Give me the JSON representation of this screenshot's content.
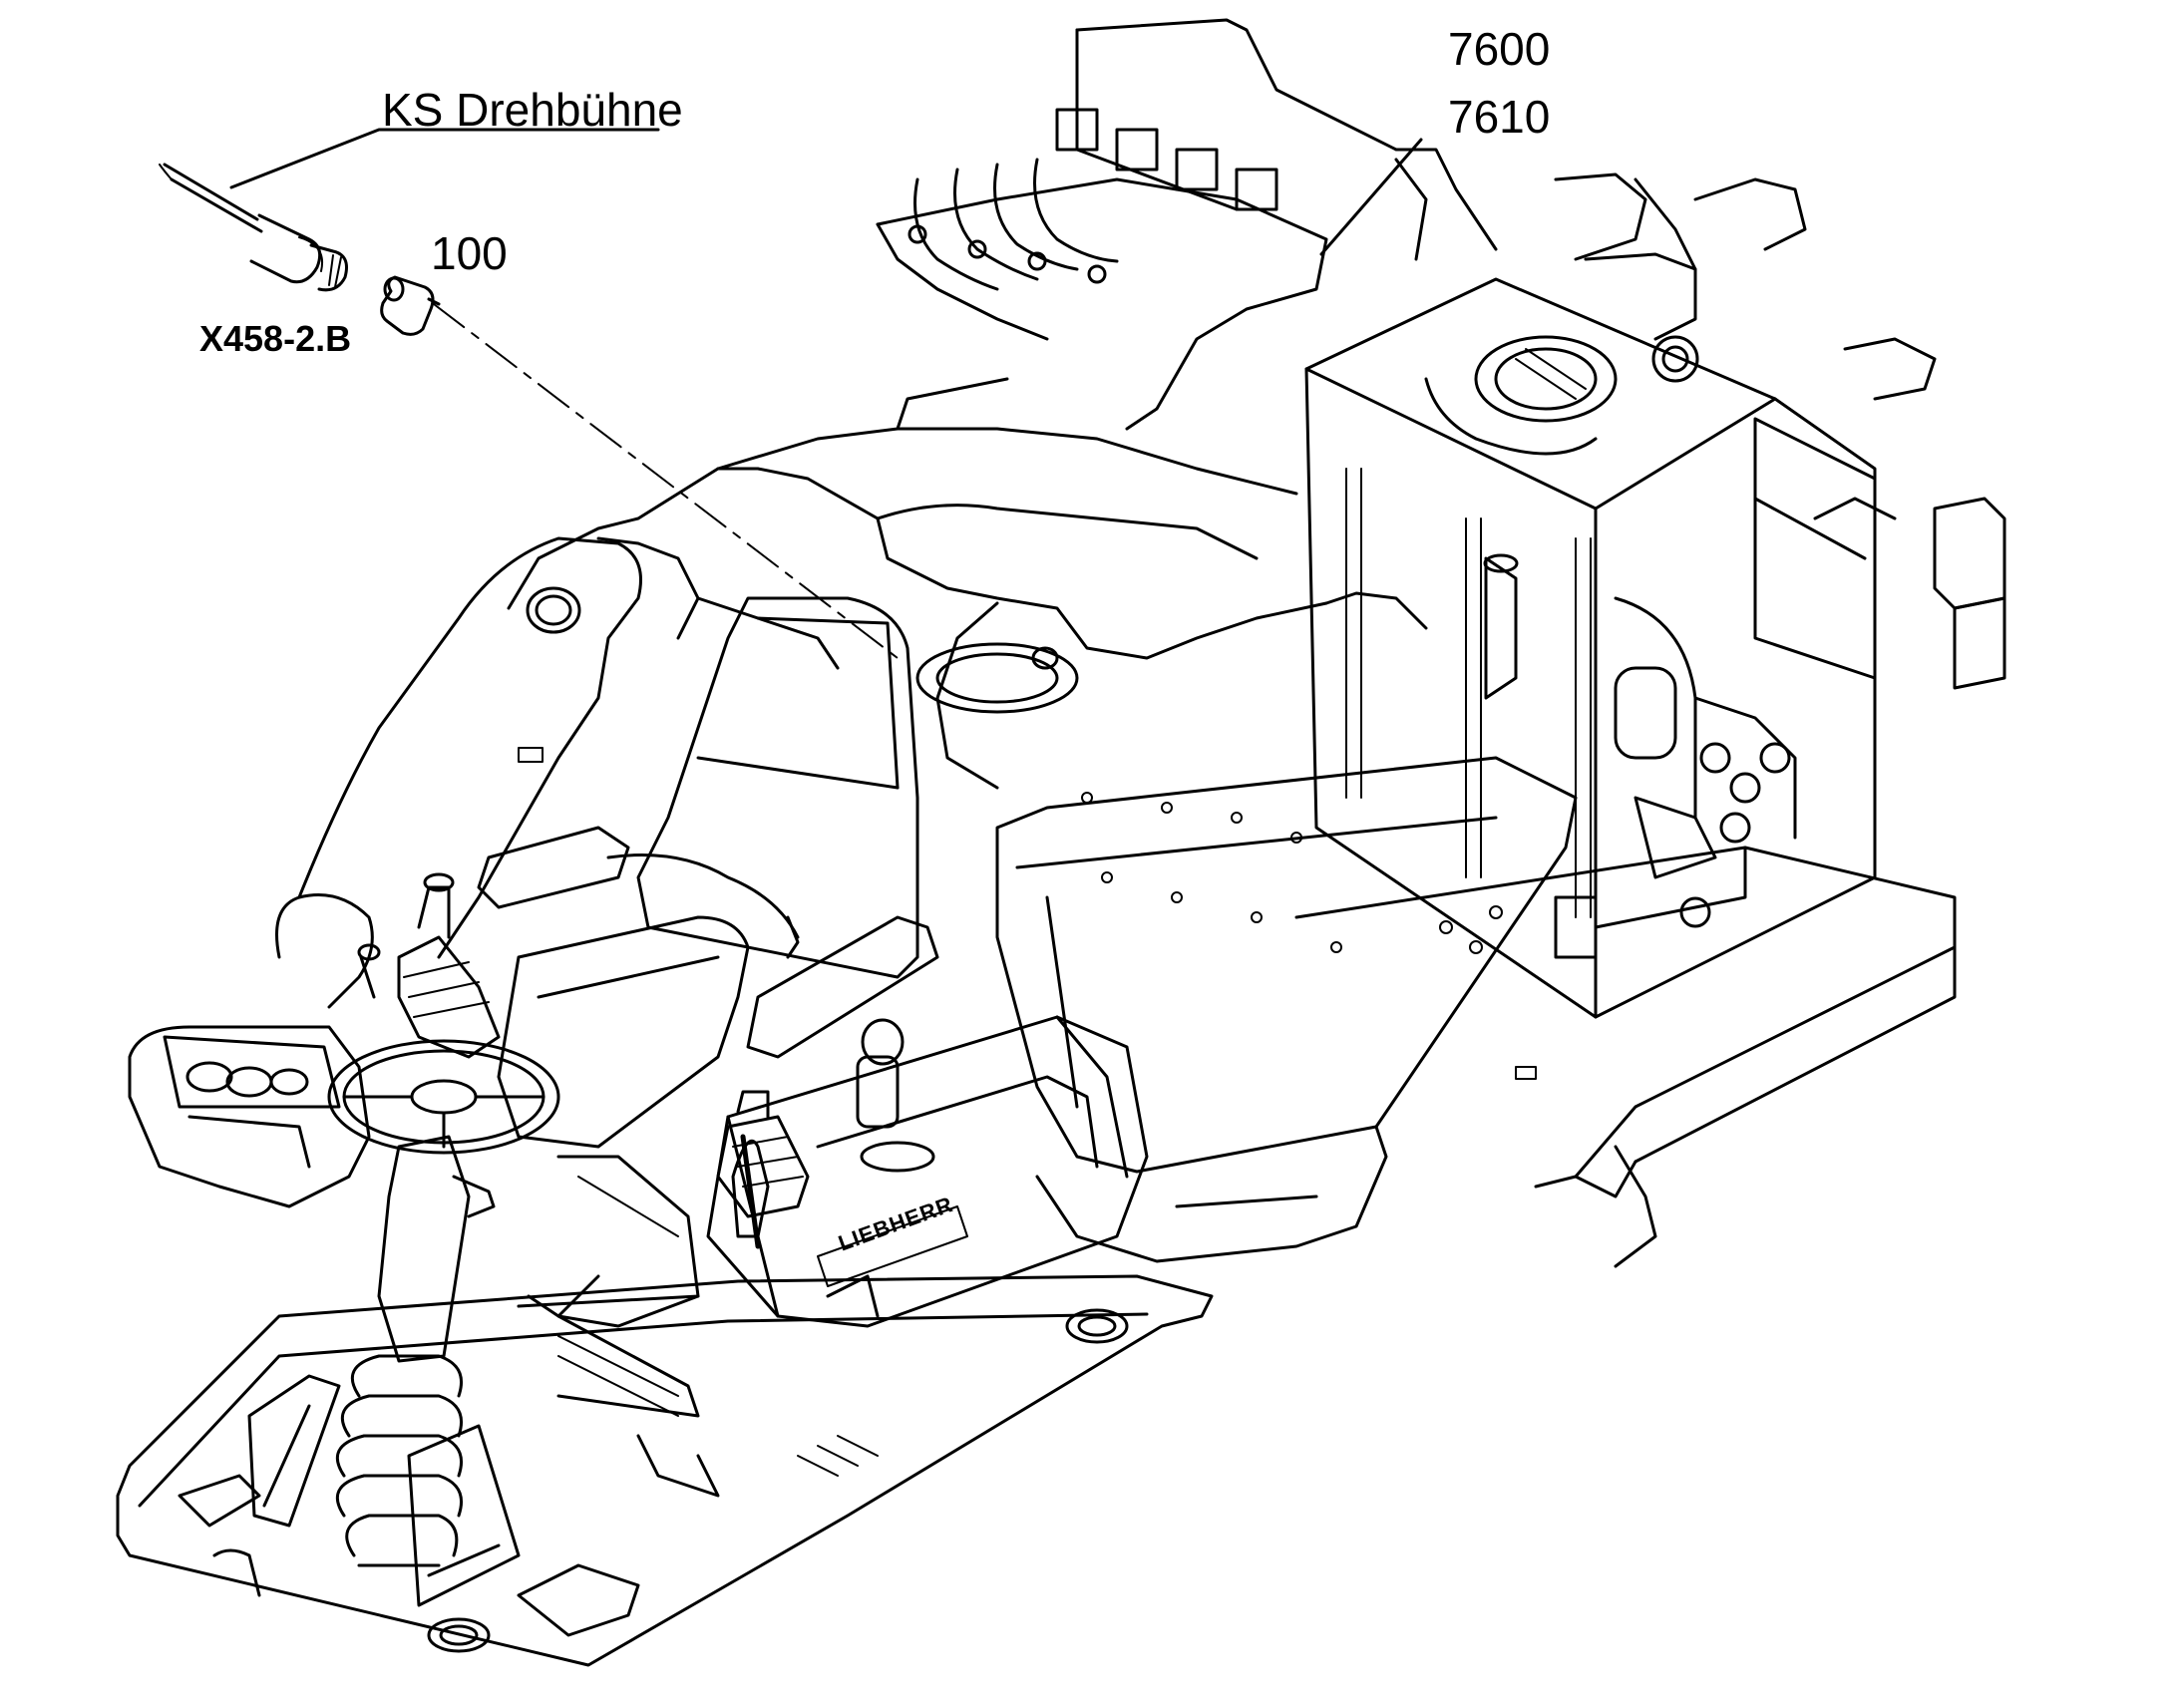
{
  "callouts": {
    "ks_drehbuehne": "KS Drehbühne",
    "x458": "X458-2.B",
    "part_100": "100",
    "part_7600": "7600",
    "part_7610": "7610"
  },
  "logo": "LIEBHERR",
  "colors": {
    "line": "#000000",
    "background": "#ffffff"
  }
}
